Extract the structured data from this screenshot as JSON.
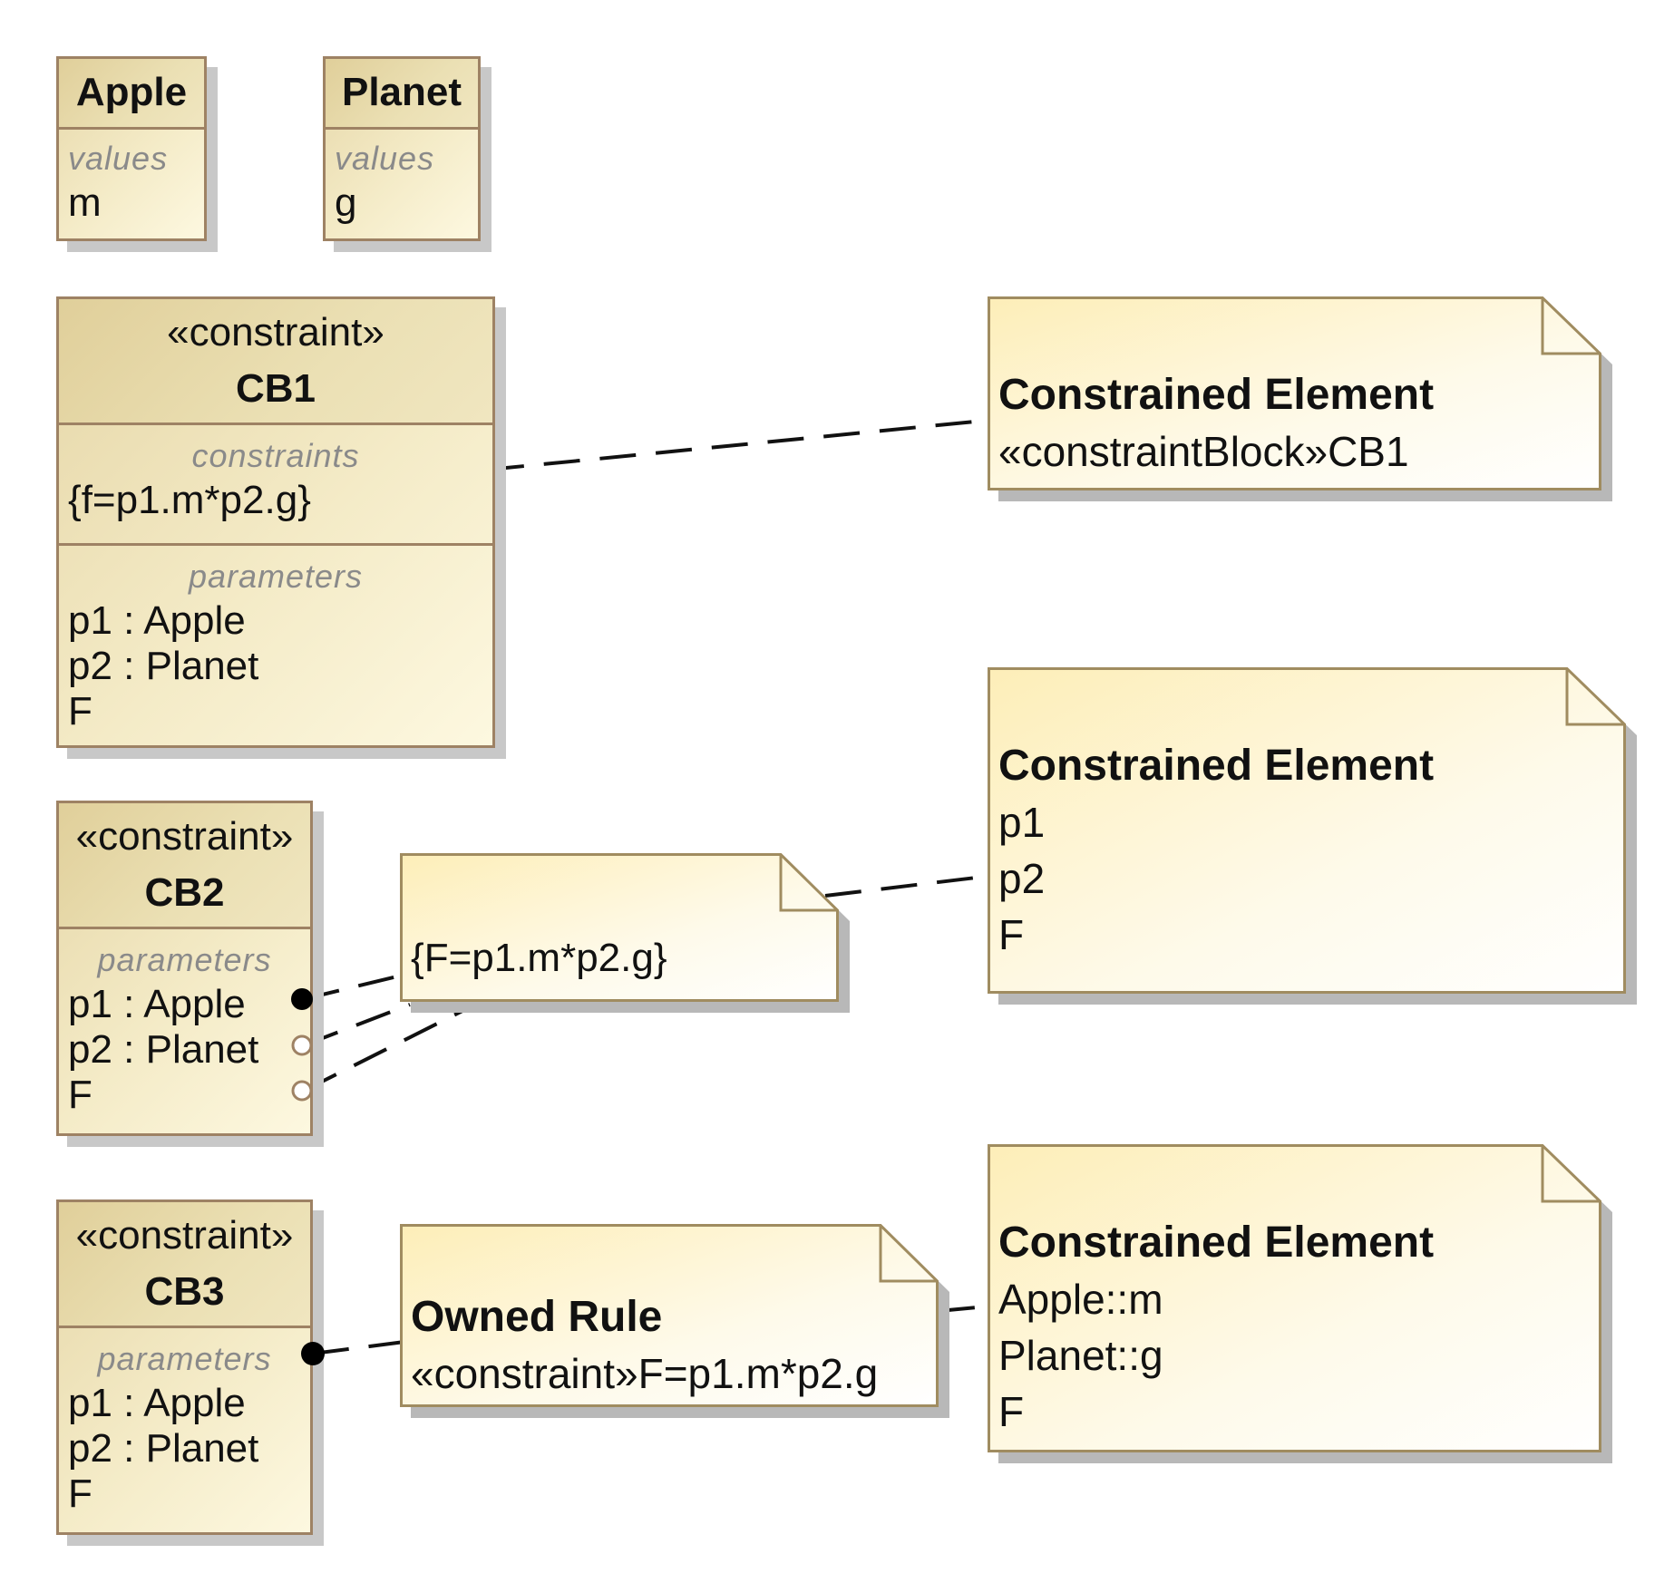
{
  "blocks": {
    "apple": {
      "name": "Apple",
      "section_title": "values",
      "values": [
        "m"
      ]
    },
    "planet": {
      "name": "Planet",
      "section_title": "values",
      "values": [
        "g"
      ]
    },
    "cb1": {
      "stereotype": "«constraint»",
      "name": "CB1",
      "constraints_title": "constraints",
      "constraints": [
        "{f=p1.m*p2.g}"
      ],
      "parameters_title": "parameters",
      "parameters": [
        "p1 : Apple",
        "p2 : Planet",
        "F"
      ]
    },
    "cb2": {
      "stereotype": "«constraint»",
      "name": "CB2",
      "parameters_title": "parameters",
      "parameters": [
        "p1 : Apple",
        "p2 : Planet",
        "F"
      ]
    },
    "cb3": {
      "stereotype": "«constraint»",
      "name": "CB3",
      "parameters_title": "parameters",
      "parameters": [
        "p1 : Apple",
        "p2 : Planet",
        "F"
      ]
    }
  },
  "notes": {
    "cb1_constrained": {
      "title": "Constrained Element",
      "lines": [
        "«constraintBlock»CB1"
      ]
    },
    "cb2_rule": {
      "lines": [
        "{F=p1.m*p2.g}"
      ]
    },
    "cb2_constrained": {
      "title": "Constrained Element",
      "lines": [
        "p1",
        "p2",
        "F"
      ]
    },
    "cb3_rule": {
      "title": "Owned Rule",
      "lines": [
        "«constraint»F=p1.m*p2.g"
      ]
    },
    "cb3_constrained": {
      "title": "Constrained Element",
      "lines": [
        "Apple::m",
        "Planet::g",
        "F"
      ]
    }
  },
  "colors": {
    "border": "#9e8264",
    "note_border": "#a08c60",
    "fill_light": "#fdf8e0",
    "fill_dark": "#e6d7a8",
    "shadow": "#c8c8c8",
    "line": "#111111"
  }
}
